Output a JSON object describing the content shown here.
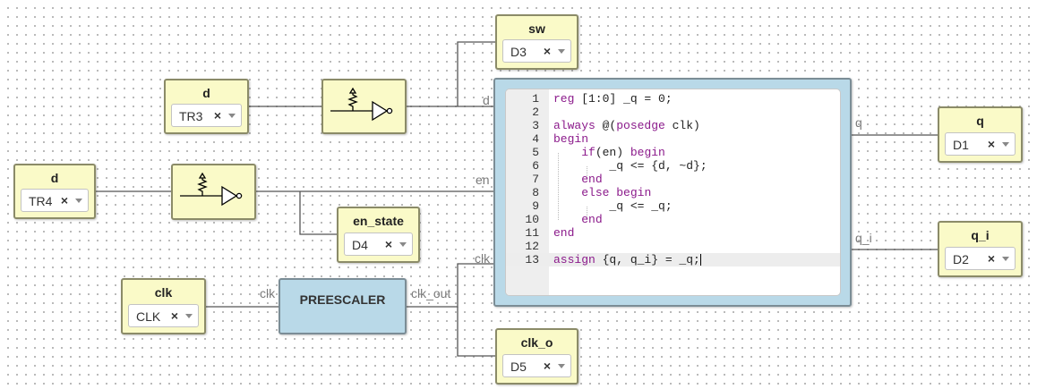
{
  "blocks": [
    {
      "id": "sw",
      "title": "sw",
      "value": "D3"
    },
    {
      "id": "d1",
      "title": "d",
      "value": "TR3"
    },
    {
      "id": "d2",
      "title": "d",
      "value": "TR4"
    },
    {
      "id": "en_state",
      "title": "en_state",
      "value": "D4"
    },
    {
      "id": "clk",
      "title": "clk",
      "value": "CLK"
    },
    {
      "id": "clk_o",
      "title": "clk_o",
      "value": "D5"
    },
    {
      "id": "q",
      "title": "q",
      "value": "D1"
    },
    {
      "id": "q_i",
      "title": "q_i",
      "value": "D2"
    }
  ],
  "prescaler": {
    "title": "PREESCALER",
    "in_label": "clk",
    "out_label": "clk_out"
  },
  "code_block": {
    "inputs": [
      "d",
      "en",
      "clk"
    ],
    "outputs": [
      "q",
      "q_i"
    ],
    "lines": [
      {
        "n": "1",
        "t": "reg [1:0] _q = 0;"
      },
      {
        "n": "2",
        "t": ""
      },
      {
        "n": "3",
        "t": "always @(posedge clk)"
      },
      {
        "n": "4",
        "t": "begin"
      },
      {
        "n": "5",
        "t": "    if(en) begin"
      },
      {
        "n": "6",
        "t": "        _q <= {d, ~d};"
      },
      {
        "n": "7",
        "t": "    end"
      },
      {
        "n": "8",
        "t": "    else begin"
      },
      {
        "n": "9",
        "t": "        _q <= _q;"
      },
      {
        "n": "10",
        "t": "    end"
      },
      {
        "n": "11",
        "t": "end"
      },
      {
        "n": "12",
        "t": ""
      },
      {
        "n": "13",
        "t": "assign {q, q_i} = _q;"
      }
    ]
  },
  "clear_symbol": "×",
  "icons": {
    "gate": "schmitt-inverter-icon"
  },
  "colors": {
    "io_block": "#fafac8",
    "module_block": "#b9d9e8",
    "wire": "#555555",
    "keyword": "#8b1a8b"
  }
}
